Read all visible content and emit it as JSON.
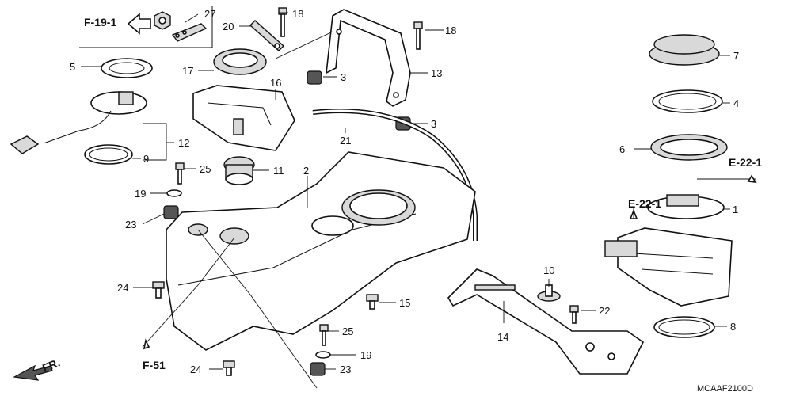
{
  "diagram": {
    "refs": {
      "f19": "F-19-1",
      "e22_upper": "E-22-1",
      "e22_lower": "E-22-1",
      "f51": "F-51",
      "fr": "FR."
    },
    "drawing_code": "MCAAF2100D",
    "callouts": [
      {
        "id": "c27",
        "text": "27"
      },
      {
        "id": "c18a",
        "text": "18"
      },
      {
        "id": "c20",
        "text": "20"
      },
      {
        "id": "c18b",
        "text": "18"
      },
      {
        "id": "c7",
        "text": "7"
      },
      {
        "id": "c5",
        "text": "5"
      },
      {
        "id": "c17",
        "text": "17"
      },
      {
        "id": "c3a",
        "text": "3"
      },
      {
        "id": "c13",
        "text": "13"
      },
      {
        "id": "c4",
        "text": "4"
      },
      {
        "id": "c16",
        "text": "16"
      },
      {
        "id": "c3b",
        "text": "3"
      },
      {
        "id": "c12",
        "text": "12"
      },
      {
        "id": "c21",
        "text": "21"
      },
      {
        "id": "c6",
        "text": "6"
      },
      {
        "id": "c9",
        "text": "9"
      },
      {
        "id": "c25a",
        "text": "25"
      },
      {
        "id": "c11",
        "text": "11"
      },
      {
        "id": "c2",
        "text": "2"
      },
      {
        "id": "c19a",
        "text": "19"
      },
      {
        "id": "c1",
        "text": "1"
      },
      {
        "id": "c23a",
        "text": "23"
      },
      {
        "id": "c10",
        "text": "10"
      },
      {
        "id": "c24a",
        "text": "24"
      },
      {
        "id": "c15",
        "text": "15"
      },
      {
        "id": "c22",
        "text": "22"
      },
      {
        "id": "c14",
        "text": "14"
      },
      {
        "id": "c25b",
        "text": "25"
      },
      {
        "id": "c8",
        "text": "8"
      },
      {
        "id": "c19b",
        "text": "19"
      },
      {
        "id": "c24b",
        "text": "24"
      },
      {
        "id": "c23b",
        "text": "23"
      }
    ]
  }
}
